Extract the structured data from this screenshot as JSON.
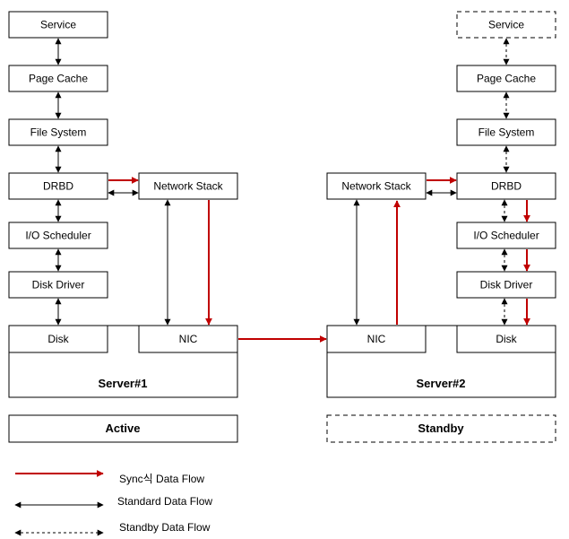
{
  "server1": {
    "service": "Service",
    "page_cache": "Page Cache",
    "file_system": "File System",
    "drbd": "DRBD",
    "network_stack": "Network Stack",
    "io_scheduler": "I/O Scheduler",
    "disk_driver": "Disk Driver",
    "disk": "Disk",
    "nic": "NIC",
    "name": "Server#1",
    "role": "Active"
  },
  "server2": {
    "service": "Service",
    "page_cache": "Page Cache",
    "file_system": "File System",
    "drbd": "DRBD",
    "network_stack": "Network Stack",
    "io_scheduler": "I/O Scheduler",
    "disk_driver": "Disk Driver",
    "disk": "Disk",
    "nic": "NIC",
    "name": "Server#2",
    "role": "Standby"
  },
  "legend": {
    "sync": "Sync식 Data Flow",
    "standard": "Standard Data Flow",
    "standby": "Standby Data Flow"
  },
  "colors": {
    "sync": "#c00000",
    "standard": "#000000"
  }
}
